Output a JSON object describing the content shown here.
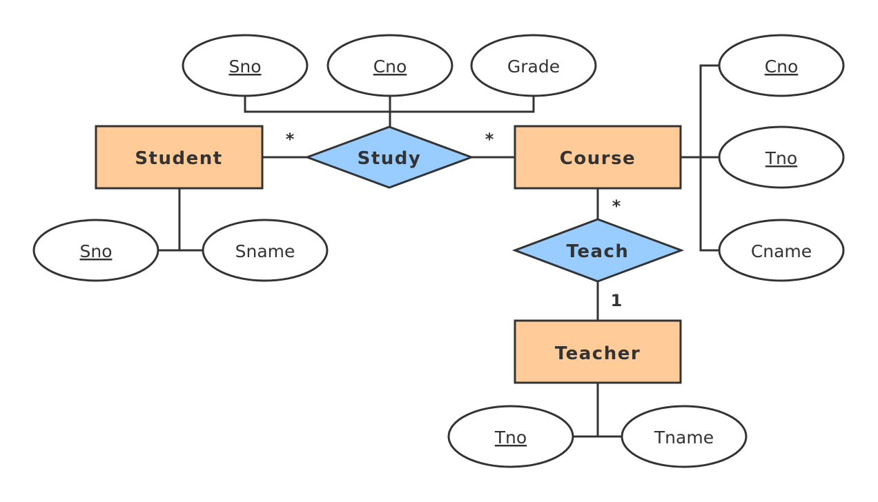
{
  "entities": {
    "student": "Student",
    "course": "Course",
    "teacher": "Teacher"
  },
  "relationships": {
    "study": "Study",
    "teach": "Teach"
  },
  "attributes": {
    "study": {
      "sno": "Sno",
      "cno": "Cno",
      "grade": "Grade"
    },
    "student": {
      "sno": "Sno",
      "sname": "Sname"
    },
    "course": {
      "cno": "Cno",
      "tno": "Tno",
      "cname": "Cname"
    },
    "teacher": {
      "tno": "Tno",
      "tname": "Tname"
    }
  },
  "cardinalities": {
    "student_study": "*",
    "study_course": "*",
    "course_teach": "*",
    "teach_teacher": "1"
  },
  "colors": {
    "entity_fill": "#ffcc99",
    "relationship_fill": "#99ccff",
    "attribute_fill": "#ffffff",
    "stroke": "#333333"
  }
}
